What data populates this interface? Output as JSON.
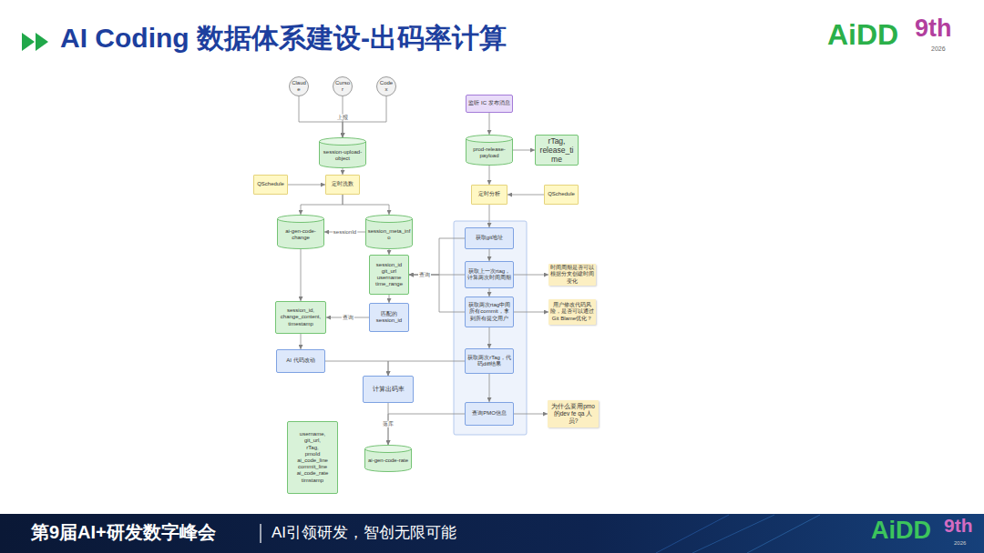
{
  "diagram": {
    "title": "AI Coding 数据体系建设-出码率计算",
    "nodes": [
      {
        "text": [
          "Claude"
        ]
      },
      {
        "text": [
          "Cursor"
        ]
      },
      {
        "text": [
          "Codex"
        ]
      },
      {
        "text": [
          "监听 IC 发布消息"
        ]
      },
      {
        "text": [
          "session-upload-object"
        ]
      },
      {
        "text": [
          "prod-release-payload"
        ]
      },
      {
        "text": [
          "rTag, release_time"
        ]
      },
      {
        "text": [
          "QSchedule"
        ]
      },
      {
        "text": [
          "定时洗数"
        ]
      },
      {
        "text": [
          "定时分析"
        ]
      },
      {
        "text": [
          "QSchedule"
        ]
      },
      {
        "text": [
          "ai-gen-code-change"
        ]
      },
      {
        "text": [
          "session_meta_info"
        ]
      },
      {
        "text": [
          "获取git地址"
        ]
      },
      {
        "text": [
          "session_id git_url username time_range"
        ]
      },
      {
        "text": [
          "获取上一次rtag，计算两次时间周期"
        ]
      },
      {
        "text": [
          "时间周期是否可以根据分支创建时间变化"
        ]
      },
      {
        "text": [
          "session_id, change_content, timestamp"
        ]
      },
      {
        "text": [
          "匹配的 session_id"
        ]
      },
      {
        "text": [
          "获取两次rtag中间所有commit，拿到所有提交用户"
        ]
      },
      {
        "text": [
          "用户修改代码风险，是否可以通过Git Blame优化？"
        ]
      },
      {
        "text": [
          "AI 代码改动"
        ]
      },
      {
        "text": [
          "获取两次rTag，代码diff结果"
        ]
      },
      {
        "text": [
          "计算出码率"
        ]
      },
      {
        "text": [
          "查询PMO信息"
        ]
      },
      {
        "text": [
          "为什么要用pmo的dev fe qa 人员?"
        ]
      },
      {
        "text": [
          "ai-gen-code-rate"
        ]
      },
      {
        "text": [
          "username, git_url, rTag, pmoId ai_code_line commit_line ai_code_rate timstamp"
        ]
      }
    ],
    "edges": [
      {
        "from": 0,
        "to": 4,
        "arrow": "to"
      },
      {
        "from": 1,
        "to": 4,
        "label": "上报",
        "arrow": "to"
      },
      {
        "from": 2,
        "to": 4,
        "arrow": "to"
      },
      {
        "from": 4,
        "to": 8,
        "arrow": "to"
      },
      {
        "from": 7,
        "to": 8,
        "arrow": "to"
      },
      {
        "from": 8,
        "to": 11,
        "arrow": "to"
      },
      {
        "from": 8,
        "to": 12,
        "arrow": "to"
      },
      {
        "from": 12,
        "to": 11,
        "label": "sessionId",
        "arrow": "to"
      },
      {
        "from": 12,
        "to": 14,
        "arrow": "to"
      },
      {
        "from": 14,
        "to": 18,
        "arrow": "to"
      },
      {
        "from": 18,
        "to": 17,
        "label": "查询",
        "arrow": "to"
      },
      {
        "from": 11,
        "to": 17,
        "arrow": "to"
      },
      {
        "from": 17,
        "to": 21,
        "arrow": "to"
      },
      {
        "from": 21,
        "to": 23,
        "arrow": "to"
      },
      {
        "from": 22,
        "to": 23,
        "arrow": "to"
      },
      {
        "from": 23,
        "to": 26,
        "label": "落库",
        "arrow": "to"
      },
      {
        "from": 24,
        "to": 26,
        "arrow": "to"
      },
      {
        "from": 3,
        "to": 5,
        "arrow": "to"
      },
      {
        "from": 5,
        "to": 6,
        "arrow": "to"
      },
      {
        "from": 5,
        "to": 9,
        "arrow": "to"
      },
      {
        "from": 10,
        "to": 9,
        "arrow": "to"
      },
      {
        "from": 9,
        "to": 13,
        "arrow": "to"
      },
      {
        "from": 13,
        "to": 15,
        "arrow": "to"
      },
      {
        "from": 15,
        "to": 19,
        "arrow": "to"
      },
      {
        "from": 19,
        "to": 22,
        "arrow": "to"
      },
      {
        "from": 22,
        "to": 24,
        "arrow": "to"
      },
      {
        "from": 15,
        "to": 14,
        "label": "查询",
        "arrow": "to"
      },
      {
        "from": 13,
        "to": 14,
        "arrow": "to"
      },
      {
        "from": 19,
        "to": 14,
        "arrow": "to"
      },
      {
        "from": 15,
        "to": 16,
        "arrow": "to"
      },
      {
        "from": 19,
        "to": 20,
        "arrow": "to"
      },
      {
        "from": 24,
        "to": 25,
        "arrow": "to"
      }
    ],
    "labels": [
      "AiDD",
      "9th",
      "2026",
      "第9届AI+研发数字峰会",
      "AI引领研发，智创无限可能",
      "AiDD",
      "9th",
      "2026"
    ]
  }
}
